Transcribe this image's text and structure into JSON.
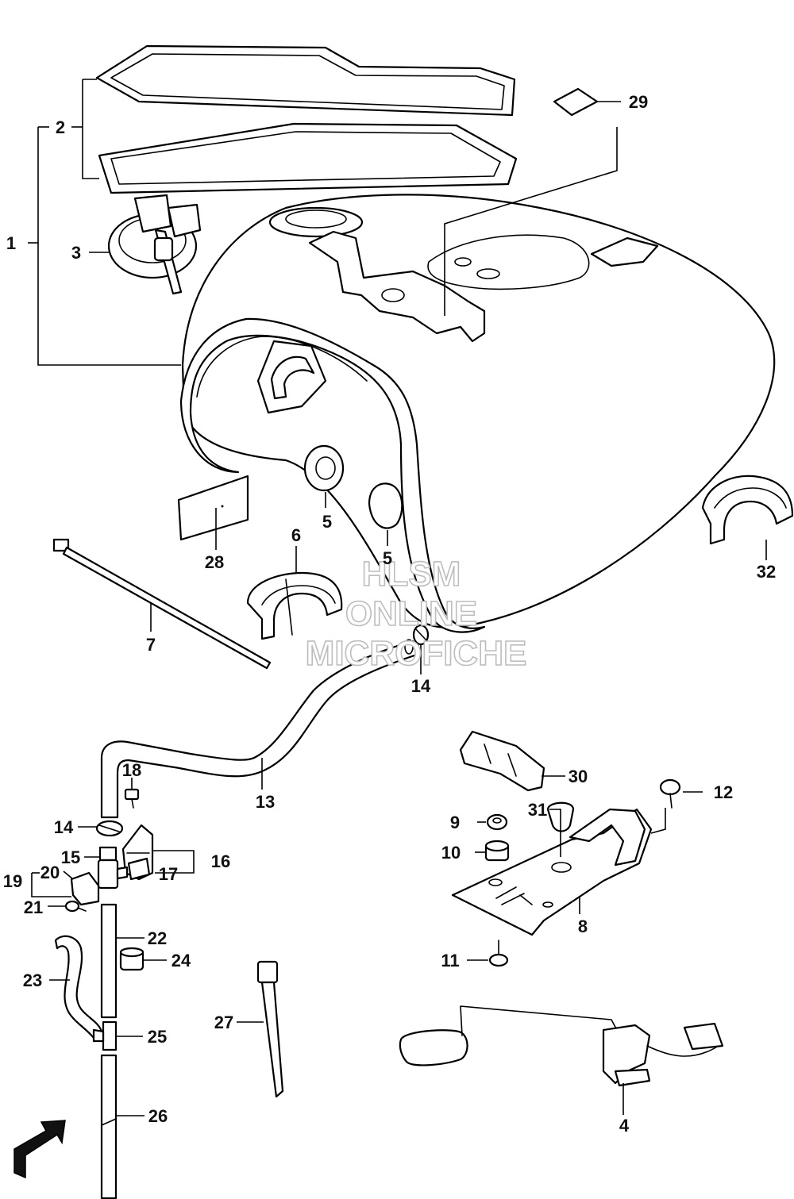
{
  "watermark": {
    "line1": "HLSM",
    "line2": "ONLINE",
    "line3": "MICROFICHE"
  },
  "fwd_label": "FWD",
  "callouts": {
    "c1": "1",
    "c2": "2",
    "c3": "3",
    "c4": "4",
    "c5a": "5",
    "c5b": "5",
    "c6": "6",
    "c7": "7",
    "c8": "8",
    "c9": "9",
    "c10": "10",
    "c11": "11",
    "c12": "12",
    "c13": "13",
    "c14a": "14",
    "c14b": "14",
    "c15": "15",
    "c16": "16",
    "c17": "17",
    "c18": "18",
    "c19": "19",
    "c20": "20",
    "c21": "21",
    "c22": "22",
    "c23": "23",
    "c24": "24",
    "c25": "25",
    "c26": "26",
    "c27": "27",
    "c28": "28",
    "c29": "29",
    "c30": "30",
    "c31": "31",
    "c32": "32"
  }
}
